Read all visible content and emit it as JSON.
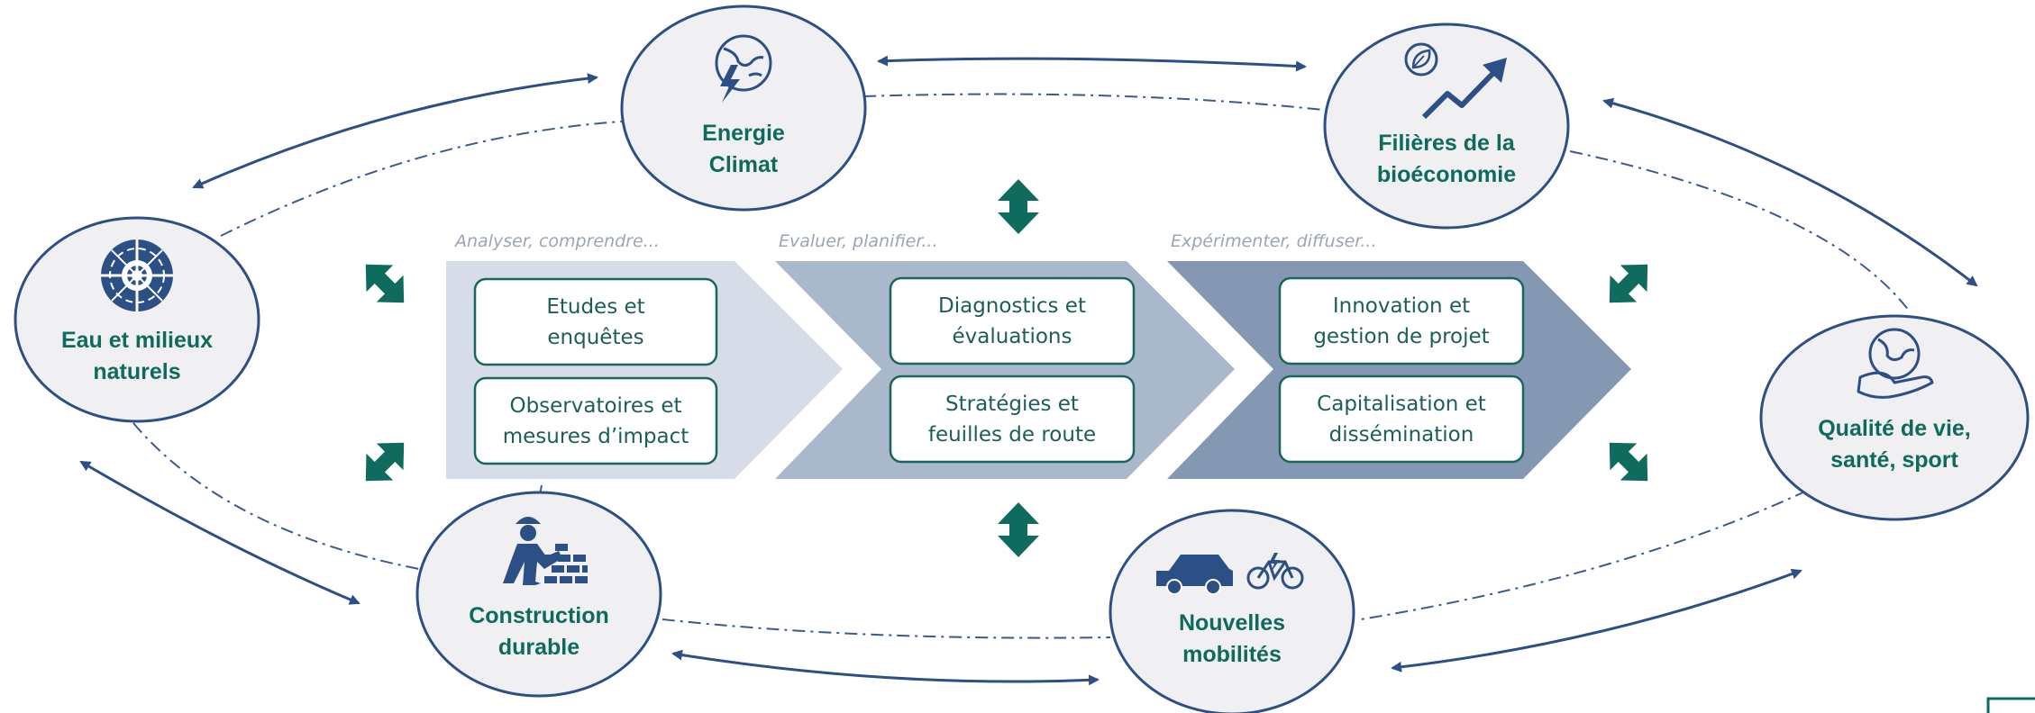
{
  "colors": {
    "teal": "#0f6b5d",
    "navy": "#2c4f86",
    "circle_fill": "#f0f0f2",
    "chevron_1": "#d6dde8",
    "chevron_2": "#aab8cc",
    "chevron_3": "#8498b3",
    "box_border": "#17675b"
  },
  "themes": {
    "energie": {
      "line1": "Energie",
      "line2": "Climat",
      "icon": "globe-lightning-icon"
    },
    "filieres": {
      "line1": "Filières de la",
      "line2": "bioéconomie",
      "icon": "leaf-growth-arrow-icon"
    },
    "eau": {
      "line1": "Eau et milieux",
      "line2": "naturels",
      "icon": "water-cycle-icon"
    },
    "qualite": {
      "line1": "Qualité de vie,",
      "line2": "santé, sport",
      "icon": "hand-globe-icon"
    },
    "construction": {
      "line1": "Construction",
      "line2": "durable",
      "icon": "worker-bricks-icon"
    },
    "mobilites": {
      "line1": "Nouvelles",
      "line2": "mobilités",
      "icon": "car-bicycle-icon"
    }
  },
  "stages": [
    {
      "label": "Analyser, comprendre...",
      "boxes": [
        {
          "line1": "Etudes et",
          "line2": "enquêtes"
        },
        {
          "line1": "Observatoires et",
          "line2": "mesures d’impact"
        }
      ]
    },
    {
      "label": "Evaluer, planifier...",
      "boxes": [
        {
          "line1": "Diagnostics et",
          "line2": "évaluations"
        },
        {
          "line1": "Stratégies et",
          "line2": "feuilles de route"
        }
      ]
    },
    {
      "label": "Expérimenter, diffuser...",
      "boxes": [
        {
          "line1": "Innovation et",
          "line2": "gestion de projet"
        },
        {
          "line1": "Capitalisation et",
          "line2": "dissémination"
        }
      ]
    }
  ]
}
